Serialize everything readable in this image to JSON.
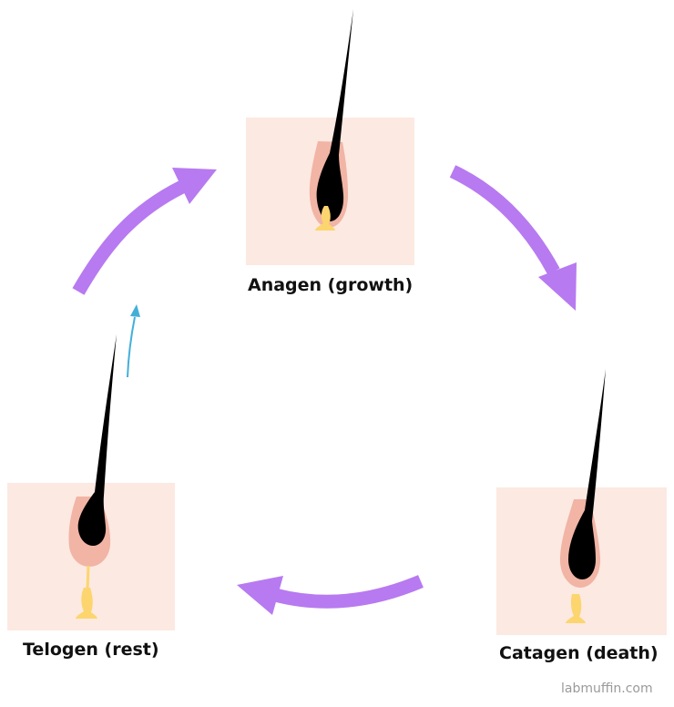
{
  "stages": {
    "anagen": {
      "label": "Anagen (growth)"
    },
    "catagen": {
      "label": "Catagen (death)"
    },
    "telogen": {
      "label": "Telogen (rest)"
    }
  },
  "credit": "labmuffin.com",
  "colors": {
    "skin": "#fce9e1",
    "follicle": "#f1b4a5",
    "hair": "#000000",
    "papilla": "#fcd56f",
    "cycle_arrow": "#b77af0",
    "new_hair_arrow": "#43afd9",
    "text": "#111111",
    "credit": "#9a9a9a"
  },
  "icons": {
    "cycle_arrows": "curved-arrow-icon",
    "new_growth": "thin-arrow-icon"
  }
}
